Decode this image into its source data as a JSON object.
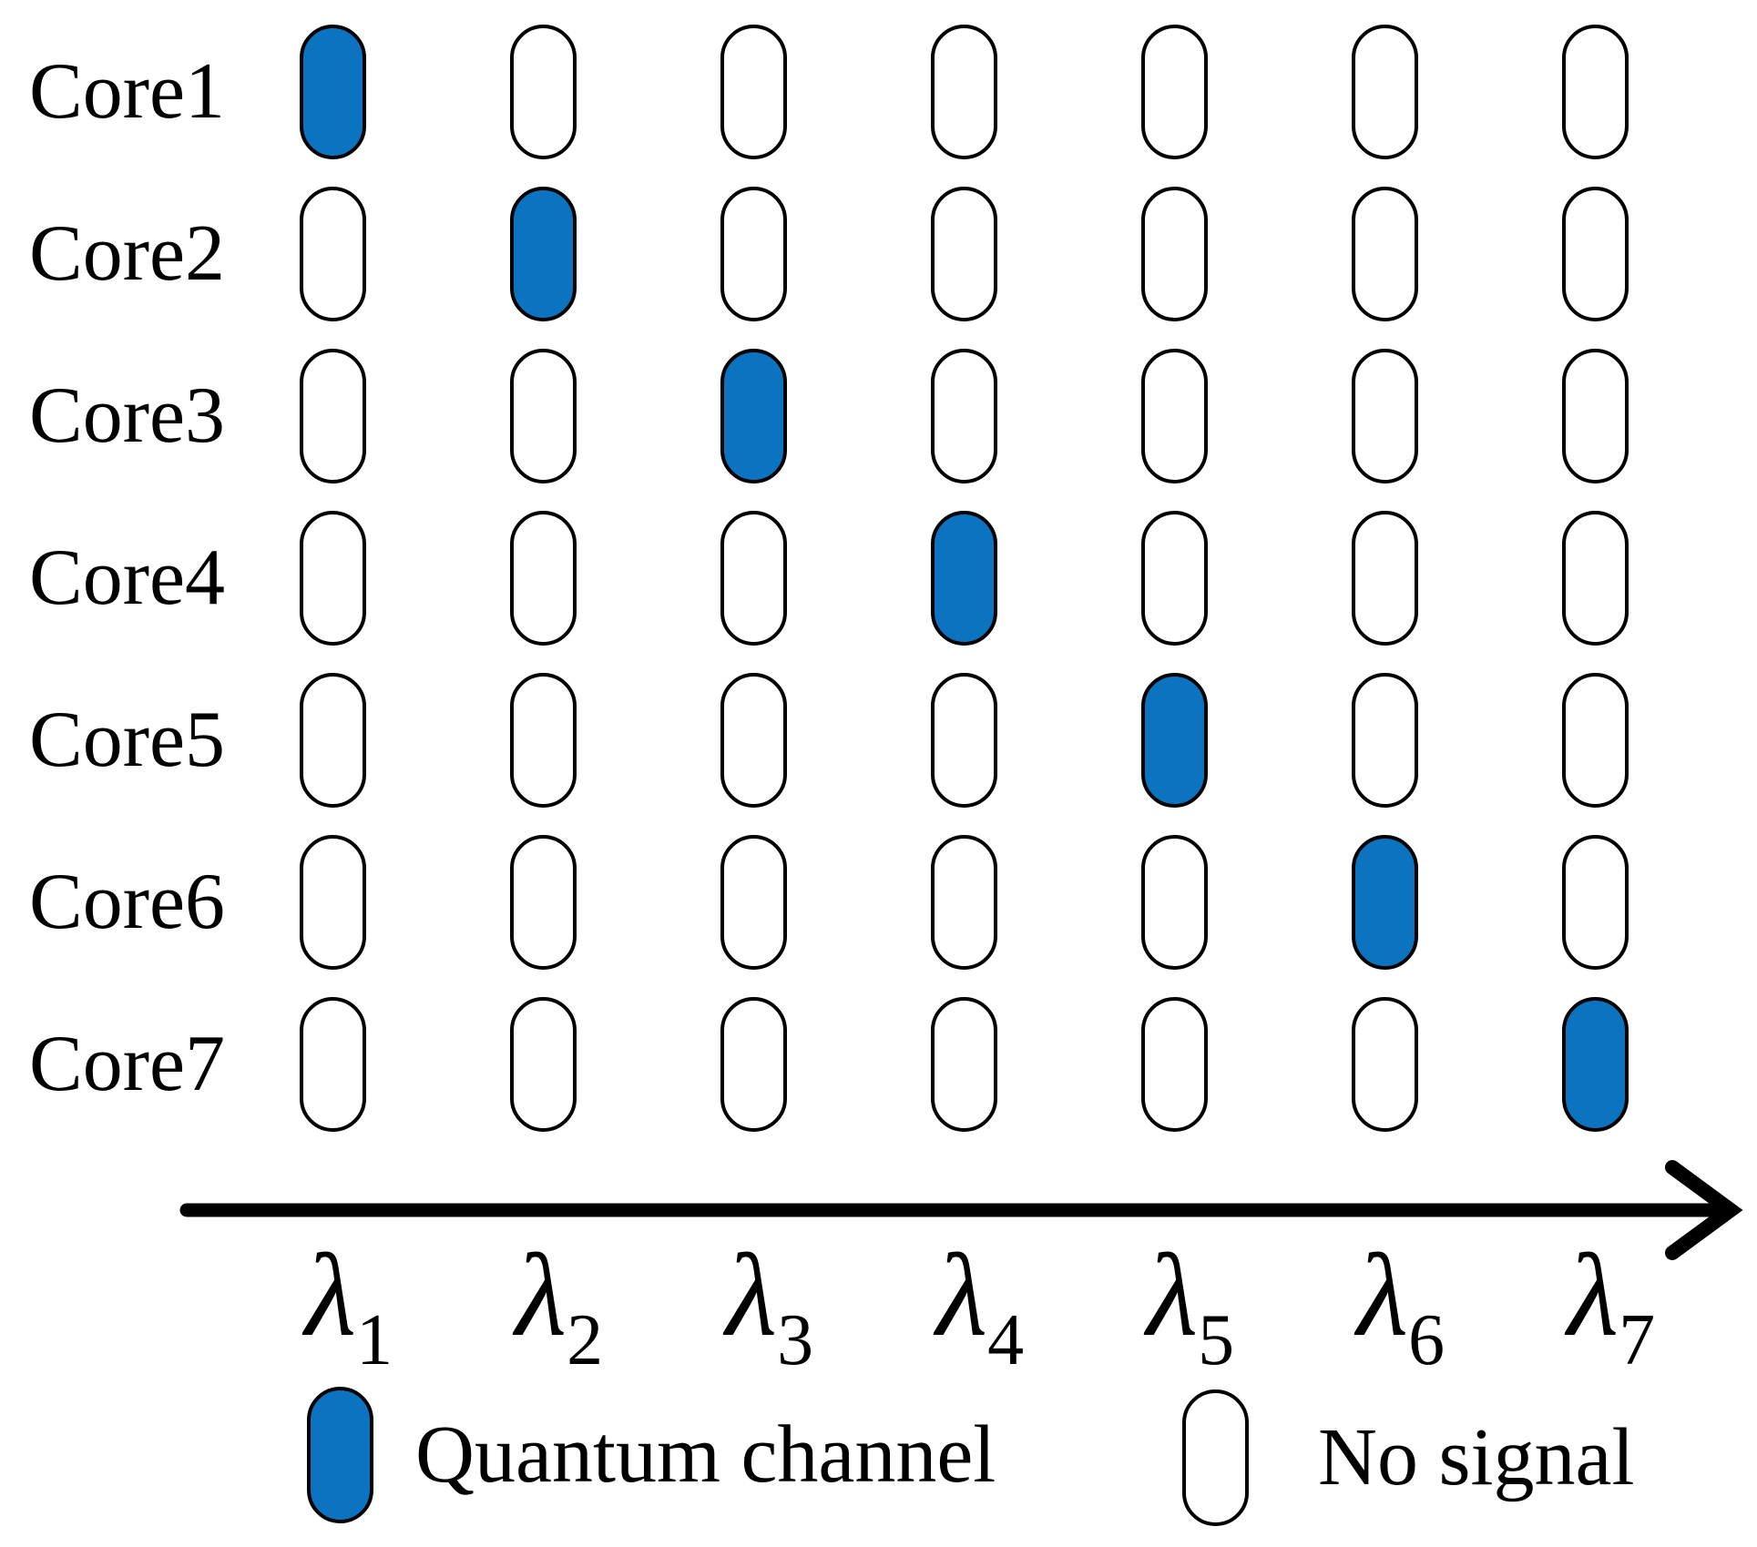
{
  "figure": {
    "description": "Core vs wavelength channel allocation diagram",
    "colors": {
      "quantum_channel_fill": "#0B73BF",
      "no_signal_fill": "#FFFFFF",
      "outline": "#000000",
      "background": "#FFFFFF",
      "text": "#000000"
    }
  },
  "grid": {
    "core_labels": [
      "Core1",
      "Core2",
      "Core3",
      "Core4",
      "Core5",
      "Core6",
      "Core7"
    ],
    "lambda_symbol": "λ",
    "wavelength_subscripts": [
      "1",
      "2",
      "3",
      "4",
      "5",
      "6",
      "7"
    ],
    "cell_states": [
      [
        "quantum",
        "none",
        "none",
        "none",
        "none",
        "none",
        "none"
      ],
      [
        "none",
        "quantum",
        "none",
        "none",
        "none",
        "none",
        "none"
      ],
      [
        "none",
        "none",
        "quantum",
        "none",
        "none",
        "none",
        "none"
      ],
      [
        "none",
        "none",
        "none",
        "quantum",
        "none",
        "none",
        "none"
      ],
      [
        "none",
        "none",
        "none",
        "none",
        "quantum",
        "none",
        "none"
      ],
      [
        "none",
        "none",
        "none",
        "none",
        "none",
        "quantum",
        "none"
      ],
      [
        "none",
        "none",
        "none",
        "none",
        "none",
        "none",
        "quantum"
      ]
    ]
  },
  "axis": {
    "arrow_direction": "right"
  },
  "legend": {
    "quantum_label": "Quantum channel",
    "no_signal_label": "No signal"
  }
}
